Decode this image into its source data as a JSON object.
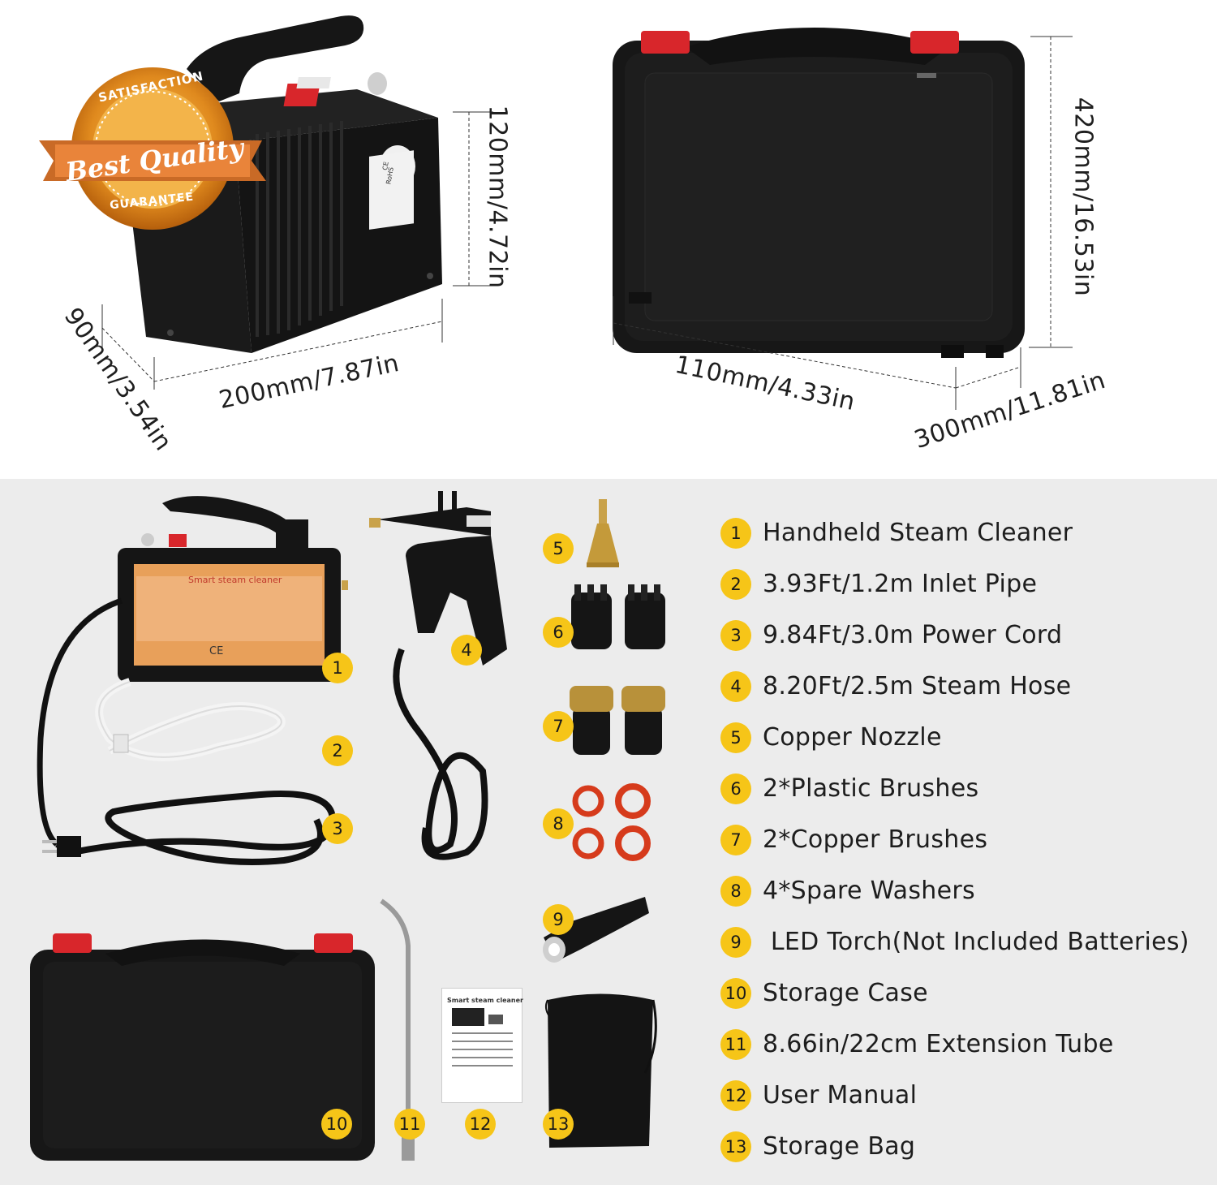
{
  "badge": {
    "top_text": "SATISFACTION",
    "ribbon_text": "Best Quality",
    "bottom_text": "GUARANTEE"
  },
  "device": {
    "label_ce": "CE",
    "label_rohs": "RoHS"
  },
  "dimensions": {
    "device_height": "120mm/4.72in",
    "device_width": "200mm/7.87in",
    "device_depth": "90mm/3.54in",
    "case_height": "420mm/16.53in",
    "case_depth": "110mm/4.33in",
    "case_width": "300mm/11.81in"
  },
  "cleaner_label": {
    "title": "Smart steam cleaner",
    "ce_mark": "CE"
  },
  "manual": {
    "title": "Smart steam cleaner"
  },
  "photo_markers": [
    "1",
    "2",
    "3",
    "4",
    "5",
    "6",
    "7",
    "8",
    "9",
    "10",
    "11",
    "12",
    "13"
  ],
  "items": [
    {
      "number": "1",
      "label": "Handheld Steam Cleaner"
    },
    {
      "number": "2",
      "label": "3.93Ft/1.2m Inlet Pipe"
    },
    {
      "number": "3",
      "label": "9.84Ft/3.0m Power Cord"
    },
    {
      "number": "4",
      "label": "8.20Ft/2.5m Steam Hose"
    },
    {
      "number": "5",
      "label": "Copper Nozzle"
    },
    {
      "number": "6",
      "label": "2*Plastic Brushes"
    },
    {
      "number": "7",
      "label": "2*Copper Brushes"
    },
    {
      "number": "8",
      "label": "4*Spare Washers"
    },
    {
      "number": "9",
      "label": " LED Torch(Not Included Batteries)"
    },
    {
      "number": "10",
      "label": "Storage Case"
    },
    {
      "number": "11",
      "label": "8.66in/22cm Extension Tube"
    },
    {
      "number": "12",
      "label": "User Manual"
    },
    {
      "number": "13",
      "label": "Storage Bag"
    }
  ],
  "colors": {
    "badge_yellow": "#f6c518",
    "product_black": "#151515",
    "latch_red": "#d8262b",
    "panel_gray": "#ececec",
    "label_orange": "#e8a05a"
  }
}
